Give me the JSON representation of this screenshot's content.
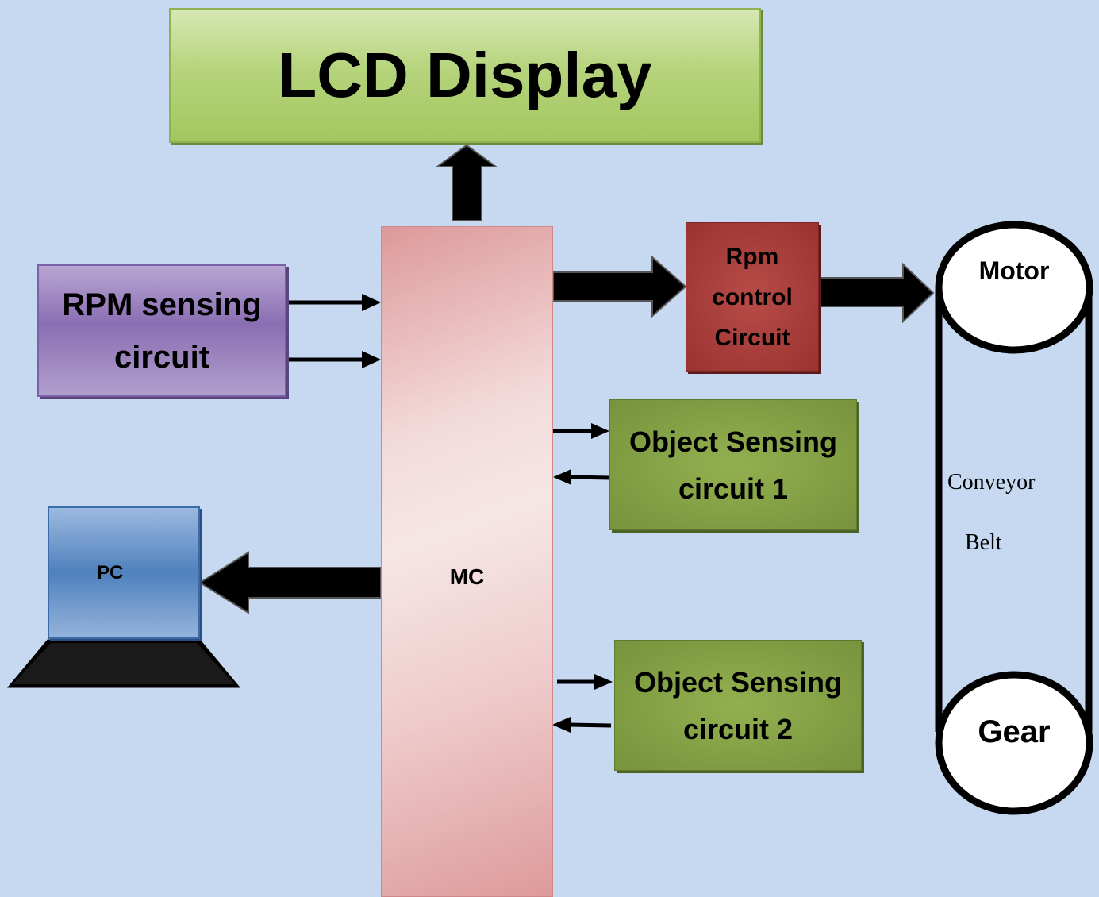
{
  "blocks": {
    "lcd": "LCD Display",
    "rpm_sensing": [
      "RPM sensing",
      "circuit"
    ],
    "mc": "MC",
    "rpm_control": [
      "Rpm",
      "control",
      "Circuit"
    ],
    "object_sensing_1": [
      "Object Sensing",
      "circuit 1"
    ],
    "object_sensing_2": [
      "Object Sensing",
      "circuit 2"
    ],
    "pc": "PC"
  },
  "conveyor": {
    "motor": "Motor",
    "gear": "Gear",
    "label_line1": "Conveyor",
    "label_line2": "Belt"
  }
}
